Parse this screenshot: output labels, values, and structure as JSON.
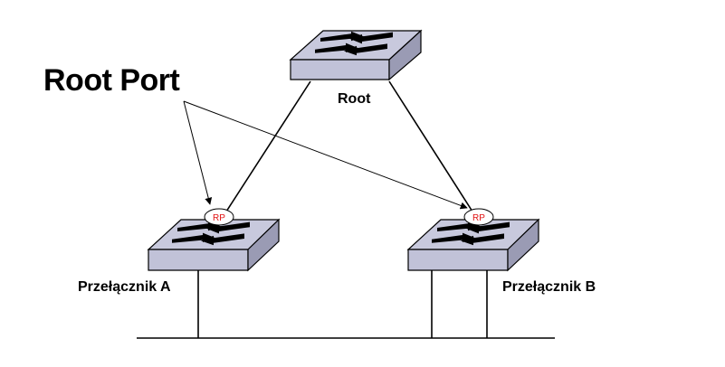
{
  "callout": {
    "text": "Root Port"
  },
  "switches": {
    "root": {
      "label": "Root"
    },
    "a": {
      "label": "Przełącznik A",
      "port_badge": "RP"
    },
    "b": {
      "label": "Przełącznik B",
      "port_badge": "RP"
    }
  },
  "colors": {
    "switch_top": "#c8c9dd",
    "switch_front": "#c1c2d8",
    "switch_side": "#9a9bb4",
    "badge_text": "#e01010",
    "line": "#000000"
  },
  "icons": {
    "switch": "network-switch-icon",
    "arrows": "bidirectional-arrows-icon",
    "badge": "root-port-badge"
  }
}
